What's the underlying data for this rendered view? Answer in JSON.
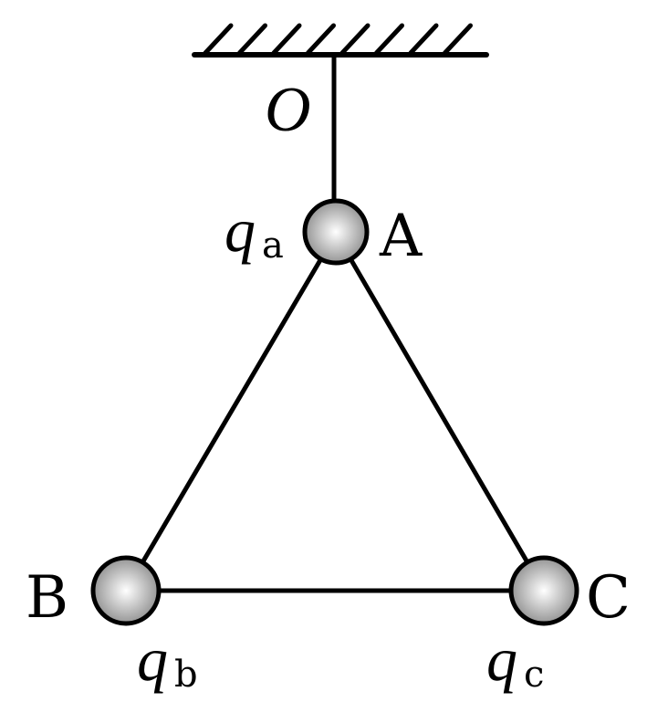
{
  "labels": {
    "pivot": "O",
    "A": "A",
    "B": "B",
    "C": "C",
    "charge_symbol": "q",
    "qa_sub": "a",
    "qb_sub": "b",
    "qc_sub": "c"
  },
  "colors": {
    "line": "#000000",
    "ball_light": "#ffffff",
    "ball_dark": "#8a8a8a"
  }
}
